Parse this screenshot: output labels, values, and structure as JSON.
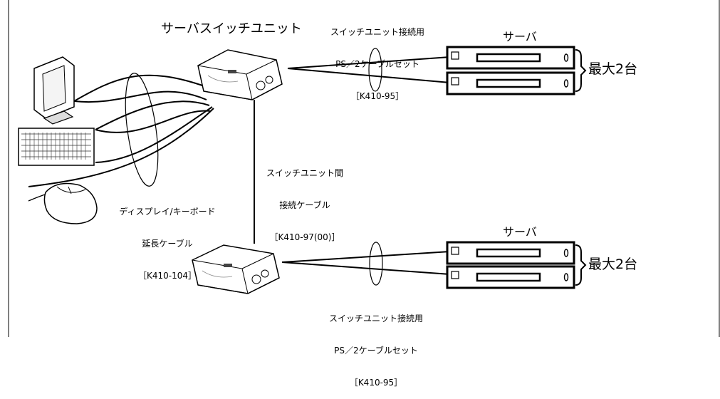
{
  "diagram": {
    "switch_unit_title": "サーバスイッチユニット",
    "cable_ps2_top": {
      "line1": "スイッチユニット接続用",
      "line2": "PS／2ケーブルセット",
      "part": "［K410-95］"
    },
    "cable_ps2_bottom": {
      "line1": "スイッチユニット接続用",
      "line2": "PS／2ケーブルセット",
      "part": "［K410-95］"
    },
    "inter_switch_cable": {
      "line1": "スイッチユニット間",
      "line2": "接続ケーブル",
      "part": "［K410-97(00)］"
    },
    "extension_cable": {
      "line1": "ディスプレイ/キーボード",
      "line2": "延長ケーブル",
      "part": "［K410-104］"
    },
    "server_group_top": {
      "label": "サーバ",
      "max_label": "最大2台"
    },
    "server_group_bottom": {
      "label": "サーバ",
      "max_label": "最大2台"
    }
  },
  "icons": {
    "monitor": "monitor-icon",
    "keyboard": "keyboard-icon",
    "mouse": "mouse-icon",
    "switch": "kvm-switch-icon",
    "server": "server-icon"
  }
}
